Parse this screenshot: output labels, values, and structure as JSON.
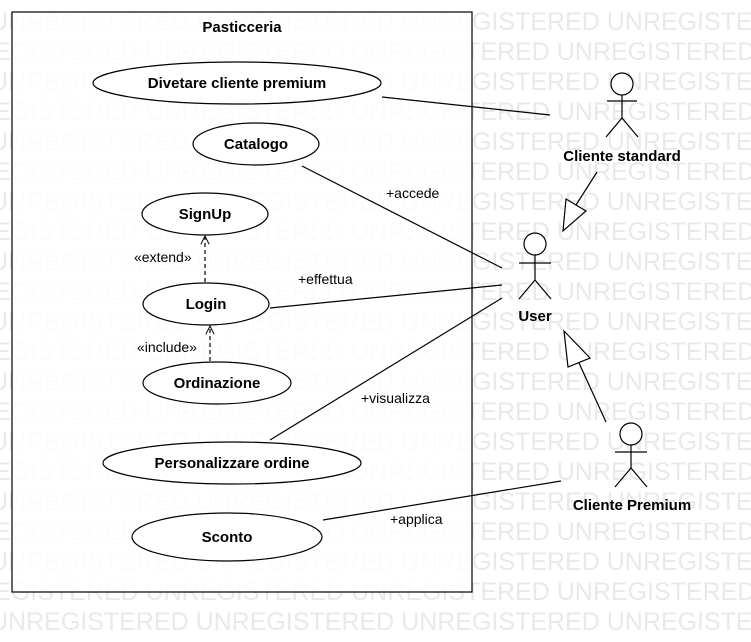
{
  "watermark_text": "UNREGISTERED",
  "system": {
    "title": "Pasticceria"
  },
  "use_cases": [
    {
      "id": "uc-premium",
      "label": "Divetare cliente premium"
    },
    {
      "id": "uc-catalogo",
      "label": "Catalogo"
    },
    {
      "id": "uc-signup",
      "label": "SignUp"
    },
    {
      "id": "uc-login",
      "label": "Login"
    },
    {
      "id": "uc-ordinazione",
      "label": "Ordinazione"
    },
    {
      "id": "uc-personalizzare",
      "label": "Personalizzare ordine"
    },
    {
      "id": "uc-sconto",
      "label": "Sconto"
    }
  ],
  "actors": [
    {
      "id": "actor-cliente-standard",
      "label": "Cliente standard"
    },
    {
      "id": "actor-user",
      "label": "User"
    },
    {
      "id": "actor-cliente-premium",
      "label": "Cliente Premium"
    }
  ],
  "relations": {
    "accede": "+accede",
    "effettua": "+effettua",
    "visualizza": "+visualizza",
    "applica": "+applica",
    "extend": "«extend»",
    "include": "«include»"
  }
}
